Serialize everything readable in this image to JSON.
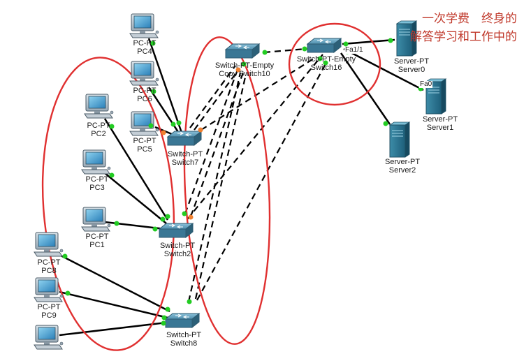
{
  "devices": {
    "pc4": {
      "type": "PC-PT",
      "name": "PC4"
    },
    "pc6": {
      "type": "PC-PT",
      "name": "PC6"
    },
    "pc2": {
      "type": "PC-PT",
      "name": "PC2"
    },
    "pc5": {
      "type": "PC-PT",
      "name": "PC5"
    },
    "pc3": {
      "type": "PC-PT",
      "name": "PC3"
    },
    "pc1": {
      "type": "PC-PT",
      "name": "PC1"
    },
    "pc8": {
      "type": "PC-PT",
      "name": "PC8"
    },
    "pc9": {
      "type": "PC-PT",
      "name": "PC9"
    },
    "switch7": {
      "type": "Switch-PT",
      "name": "Switch7"
    },
    "switch2": {
      "type": "Switch-PT",
      "name": "Switch2"
    },
    "switch8": {
      "type": "Switch-PT",
      "name": "Switch8"
    },
    "switch10": {
      "type": "Switch-PT-Empty",
      "name": "Copy Switch10"
    },
    "switch16": {
      "type": "Switch-PT-Empty",
      "name": "Switch16"
    },
    "server0": {
      "type": "Server-PT",
      "name": "Server0"
    },
    "server1": {
      "type": "Server-PT",
      "name": "Server1"
    },
    "server2": {
      "type": "Server-PT",
      "name": "Server2"
    }
  },
  "port_labels": {
    "fa1_1": "Fa1/1",
    "fa0": "Fa0"
  },
  "watermark": {
    "line1": "一次学费　终身的",
    "line2": "解答学习和工作中的"
  },
  "colors": {
    "link_up": "#22cc22",
    "link_pending": "#f08030",
    "annotation": "#e03030",
    "cable": "#000000"
  }
}
